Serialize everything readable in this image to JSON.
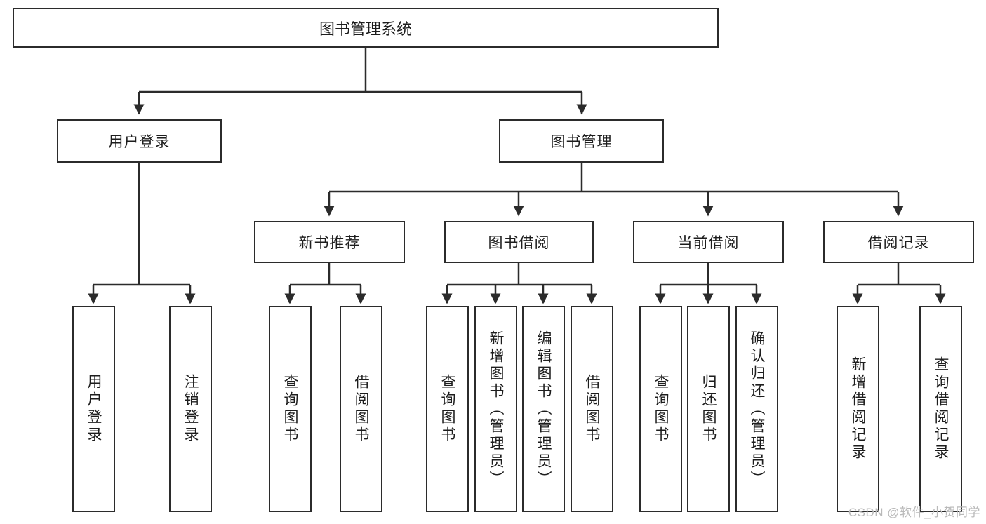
{
  "diagram": {
    "title_text": "图书管理系统",
    "type": "hierarchy-tree",
    "watermark": "CSDN @软件_小贺同学",
    "root": {
      "id": "root",
      "label": "图书管理系统"
    },
    "level2": [
      {
        "id": "user-login",
        "label": "用户登录"
      },
      {
        "id": "book-manage",
        "label": "图书管理"
      }
    ],
    "level3": [
      {
        "id": "new-book-recommend",
        "label": "新书推荐",
        "parent": "book-manage"
      },
      {
        "id": "book-borrow",
        "label": "图书借阅",
        "parent": "book-manage"
      },
      {
        "id": "current-borrow",
        "label": "当前借阅",
        "parent": "book-manage"
      },
      {
        "id": "borrow-record",
        "label": "借阅记录",
        "parent": "book-manage"
      }
    ],
    "leaves": {
      "user-login": [
        {
          "id": "leaf-user-login",
          "label": "用户登录"
        },
        {
          "id": "leaf-logout",
          "label": "注销登录"
        }
      ],
      "new-book-recommend": [
        {
          "id": "leaf-query-book-1",
          "label": "查询图书"
        },
        {
          "id": "leaf-borrow-book-1",
          "label": "借阅图书"
        }
      ],
      "book-borrow": [
        {
          "id": "leaf-query-book-2",
          "label": "查询图书"
        },
        {
          "id": "leaf-add-book",
          "label": "新增图书（管理员）"
        },
        {
          "id": "leaf-edit-book",
          "label": "编辑图书（管理员）"
        },
        {
          "id": "leaf-borrow-book-2",
          "label": "借阅图书"
        }
      ],
      "current-borrow": [
        {
          "id": "leaf-query-book-3",
          "label": "查询图书"
        },
        {
          "id": "leaf-return-book",
          "label": "归还图书"
        },
        {
          "id": "leaf-confirm-return",
          "label": "确认归还（管理员）"
        }
      ],
      "borrow-record": [
        {
          "id": "leaf-add-record",
          "label": "新增借阅记录"
        },
        {
          "id": "leaf-query-record",
          "label": "查询借阅记录"
        }
      ]
    },
    "colors": {
      "stroke": "#2b2b2b",
      "background": "#ffffff",
      "text": "#1d1d1d",
      "watermark": "#b9b9b9"
    }
  }
}
